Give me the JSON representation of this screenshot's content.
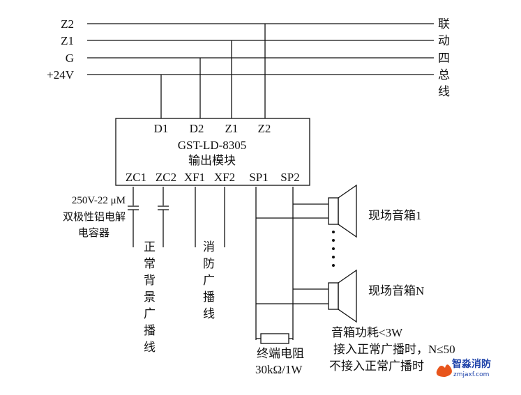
{
  "buses": [
    {
      "name": "Z2"
    },
    {
      "name": "Z1"
    },
    {
      "name": "G"
    },
    {
      "name": "+24V"
    }
  ],
  "bus_caption": [
    "联",
    "动",
    "四",
    "总",
    "线"
  ],
  "module": {
    "top_terminals": [
      "D1",
      "D2",
      "Z1",
      "Z2"
    ],
    "model": "GST-LD-8305",
    "name": "输出模块",
    "bottom_terminals": [
      "ZC1",
      "ZC2",
      "XF1",
      "XF2",
      "SP1",
      "SP2"
    ]
  },
  "capacitor_label": [
    "250V-22 μM",
    "双极性铝电解",
    "电容器"
  ],
  "normal_bg_line": [
    "正",
    "常",
    "背",
    "景",
    "广",
    "播",
    "线"
  ],
  "fire_bc_line": [
    "消",
    "防",
    "广",
    "播",
    "线"
  ],
  "speaker_1": "现场音箱1",
  "speaker_n": "现场音箱N",
  "resistor_label": [
    "终端电阻",
    "30kΩ/1W"
  ],
  "notes": [
    "音箱功耗<3W",
    "接入正常广播时，N≤50",
    "不接入正常广播时"
  ],
  "logo": {
    "text": "智淼消防",
    "url": "zmjaxf.com"
  },
  "colors": {
    "line": "#111111",
    "logo": "#1a3fa8",
    "logo_flame": "#e8551c"
  }
}
